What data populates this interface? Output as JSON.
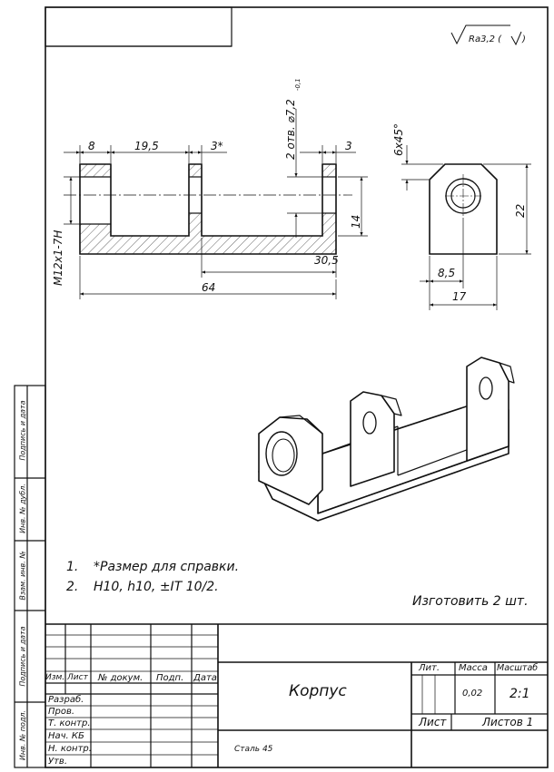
{
  "roughness": {
    "value": "Ra3,2 (",
    "tail": ")"
  },
  "dimensions": {
    "d8": "8",
    "d19_5": "19,5",
    "d3star": "3*",
    "d3": "3",
    "holes": "2 отв. ⌀7,2",
    "holes_tol": "-0,1",
    "thread": "M12x1-7H",
    "d14": "14",
    "d30_5": "30,5",
    "d64": "64",
    "chamfer": "6x45°",
    "d22": "22",
    "d8_5": "8,5",
    "d17": "17"
  },
  "notes": {
    "n1_num": "1.",
    "n1_text": "*Размер для справки.",
    "n2_num": "2.",
    "n2_text": "H10, h10, ±IT 10/2.",
    "make": "Изготовить 2 шт."
  },
  "side_labels": {
    "sign_date_1": "Подпись и дата",
    "inv_dubl": "Инв. № дубл.",
    "vzam_inv": "Взам. инв. №",
    "sign_date_2": "Подпись и дата",
    "inv_podl": "Инв. № подл."
  },
  "title_block": {
    "col_izm": "Изм.",
    "col_list": "Лист",
    "col_doc": "№ докум.",
    "col_podp": "Подп.",
    "col_data": "Дата",
    "razrab": "Разраб.",
    "prov": "Пров.",
    "t_kontr": "Т. контр.",
    "nach_kb": "Нач. КБ",
    "n_kontr": "Н. контр.",
    "utv": "Утв.",
    "name": "Корпус",
    "material": "Сталь 45",
    "lit": "Лит.",
    "massa": "Масса",
    "masshtab": "Масштаб",
    "mass_value": "0,02",
    "scale_value": "2:1",
    "list": "Лист",
    "listov": "Листов 1"
  }
}
